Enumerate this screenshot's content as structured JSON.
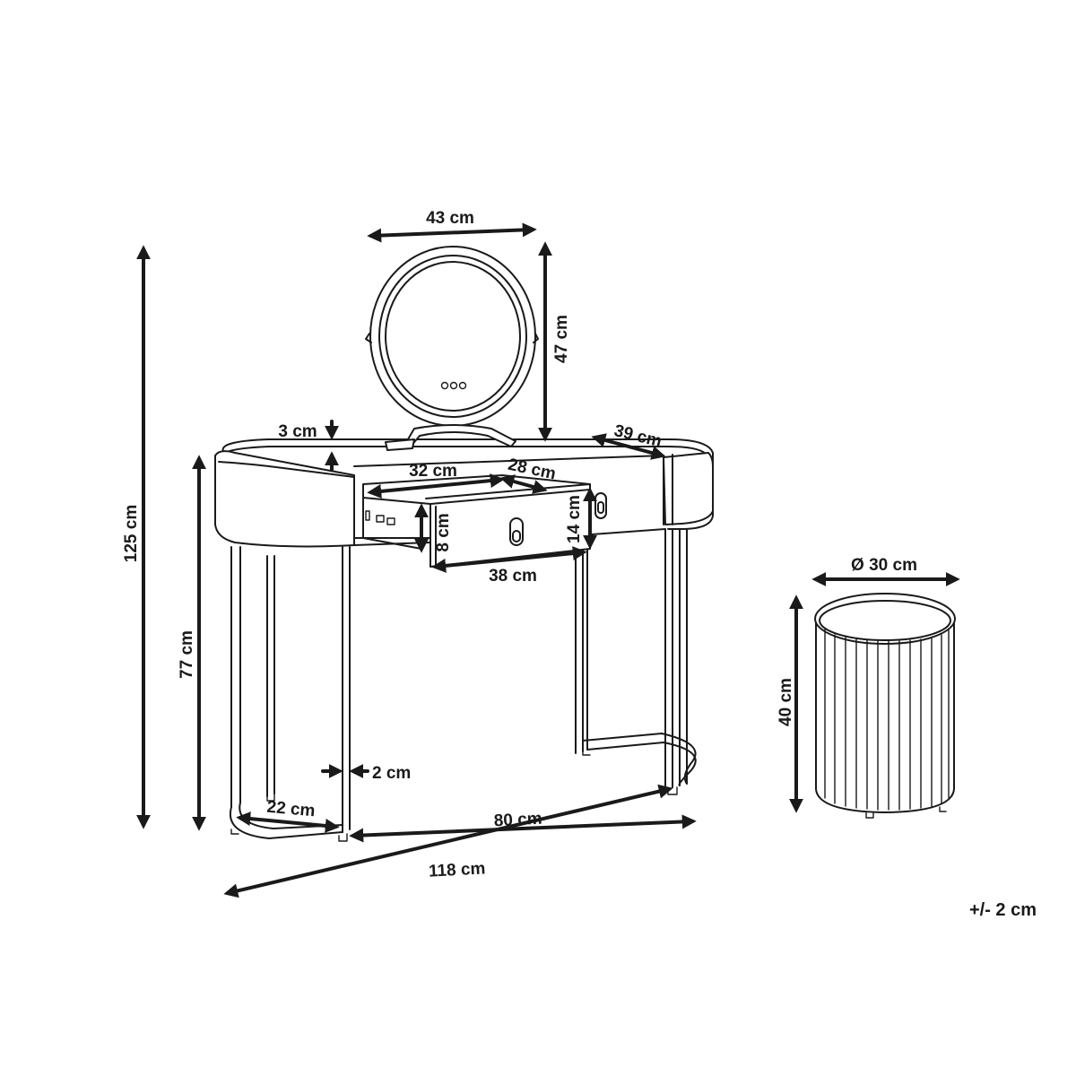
{
  "dimensions": {
    "mirror_width": "43 cm",
    "mirror_height": "47 cm",
    "total_height": "125 cm",
    "table_height": "77 cm",
    "top_thickness": "3 cm",
    "tray_width": "32 cm",
    "drawer_depth": "28 cm",
    "table_depth": "39 cm",
    "drawer_inner_height": "8 cm",
    "drawer_front_height": "14 cm",
    "drawer_width": "38 cm",
    "stool_diameter": "Ø 30 cm",
    "stool_height": "40 cm",
    "leg_thickness": "2 cm",
    "base_depth": "22 cm",
    "leg_span": "80 cm",
    "total_width": "118 cm",
    "tolerance": "+/- 2 cm"
  },
  "icons": {
    "mirror_buttons": "three-dot-touch-buttons"
  }
}
